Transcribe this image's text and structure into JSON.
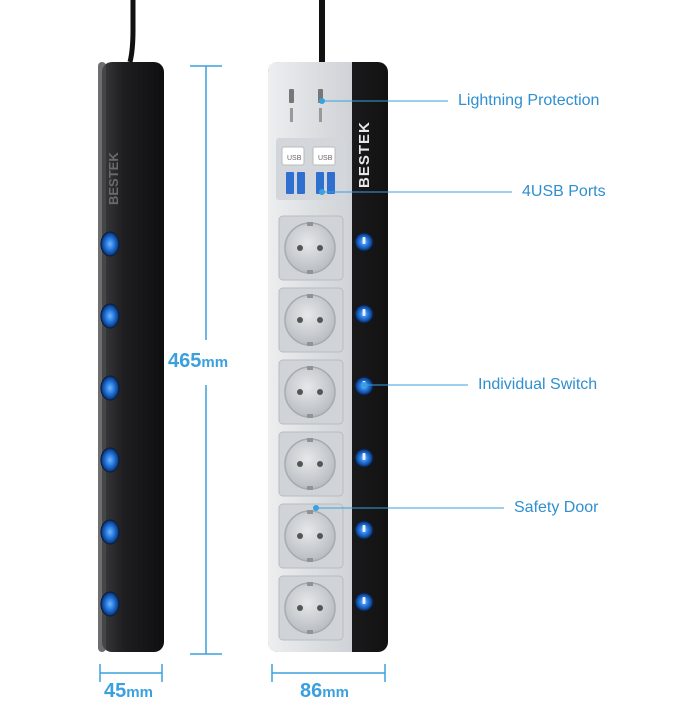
{
  "product": {
    "brand": "BESTEK",
    "socket_count": 6,
    "usb_port_count": 4,
    "usb_cap_label": "USB"
  },
  "dimensions": {
    "length": {
      "value": "465",
      "unit": "mm"
    },
    "side_width": {
      "value": "45",
      "unit": "mm"
    },
    "front_width": {
      "value": "86",
      "unit": "mm"
    }
  },
  "callouts": [
    {
      "id": "lightning",
      "label": "Lightning Protection"
    },
    {
      "id": "usb",
      "label": "4USB Ports"
    },
    {
      "id": "switch",
      "label": "Individual Switch"
    },
    {
      "id": "door",
      "label": "Safety Door"
    }
  ],
  "colors": {
    "accent": "#3aa0de",
    "body_dark": "#1c1c1e",
    "body_light": "#dfe1e4",
    "switch_blue": "#1f6fd6"
  }
}
